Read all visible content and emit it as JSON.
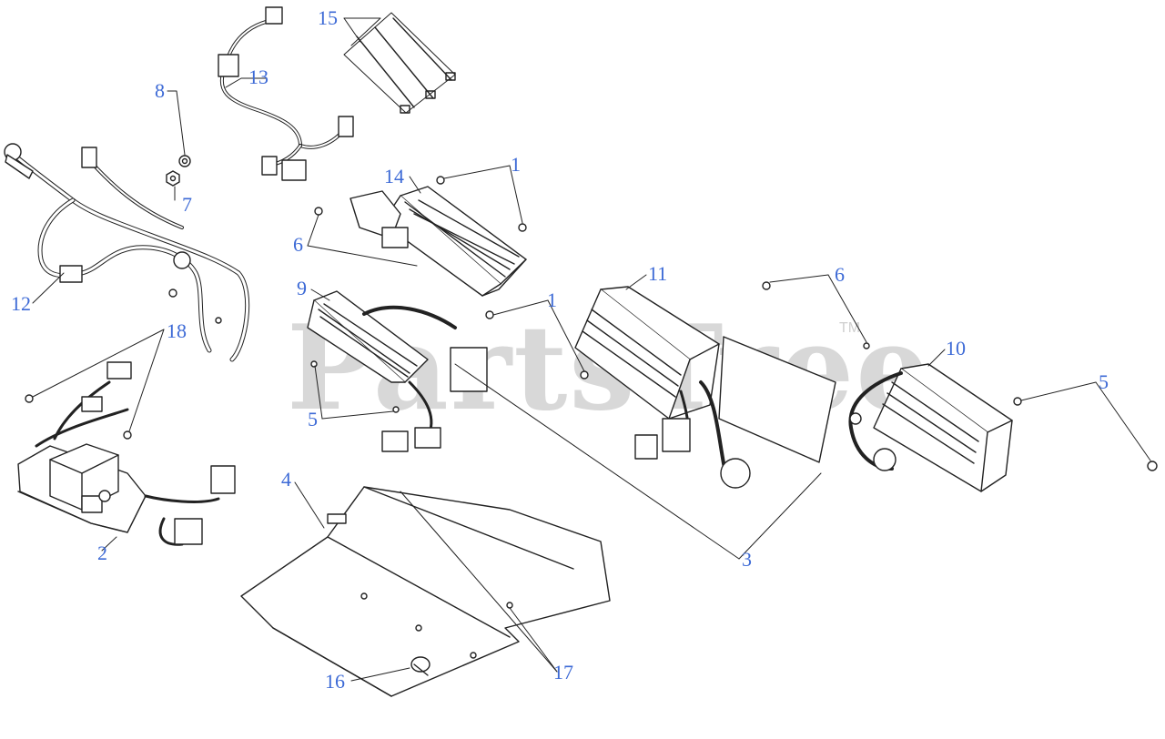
{
  "watermark": {
    "text": "PartsTree",
    "trademark": "TM"
  },
  "colors": {
    "callout": "#3d6ad6",
    "line": "#222222",
    "watermark": "#d8d8d8"
  },
  "callouts": {
    "c1a": "1",
    "c1b": "1",
    "c2": "2",
    "c3": "3",
    "c4": "4",
    "c5a": "5",
    "c5b": "5",
    "c6a": "6",
    "c6b": "6",
    "c7": "7",
    "c8": "8",
    "c9": "9",
    "c10": "10",
    "c11": "11",
    "c12": "12",
    "c13": "13",
    "c14": "14",
    "c15": "15",
    "c16": "16",
    "c17": "17",
    "c18": "18"
  }
}
